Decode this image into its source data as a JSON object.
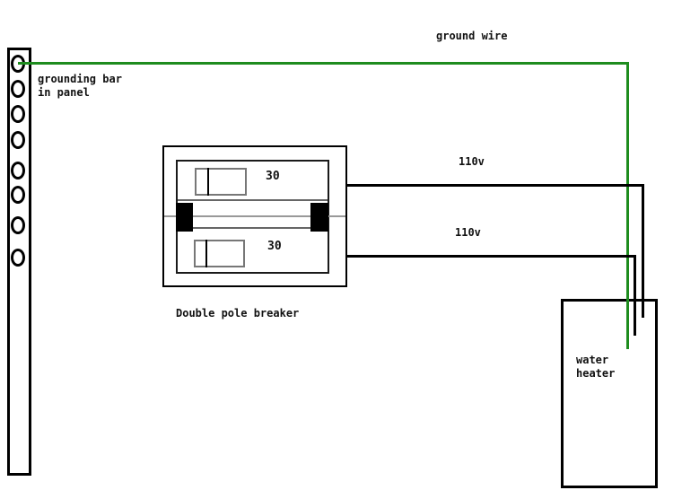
{
  "colors": {
    "ground_wire_green": "#1e8c1e",
    "hot_wire_black": "#000000",
    "breaker_gray_line": "#999999",
    "background": "#ffffff"
  },
  "grounding_bar": {
    "label_line1": "grounding bar",
    "label_line2": "in panel",
    "hole_count": 8
  },
  "ground_wire": {
    "label": "ground wire"
  },
  "breaker": {
    "label": "Double pole breaker",
    "top_pole_rating": "30",
    "bottom_pole_rating": "30"
  },
  "hot_wires": {
    "top_label": "110v",
    "bottom_label": "110v"
  },
  "water_heater": {
    "label_line1": "water",
    "label_line2": "heater"
  }
}
